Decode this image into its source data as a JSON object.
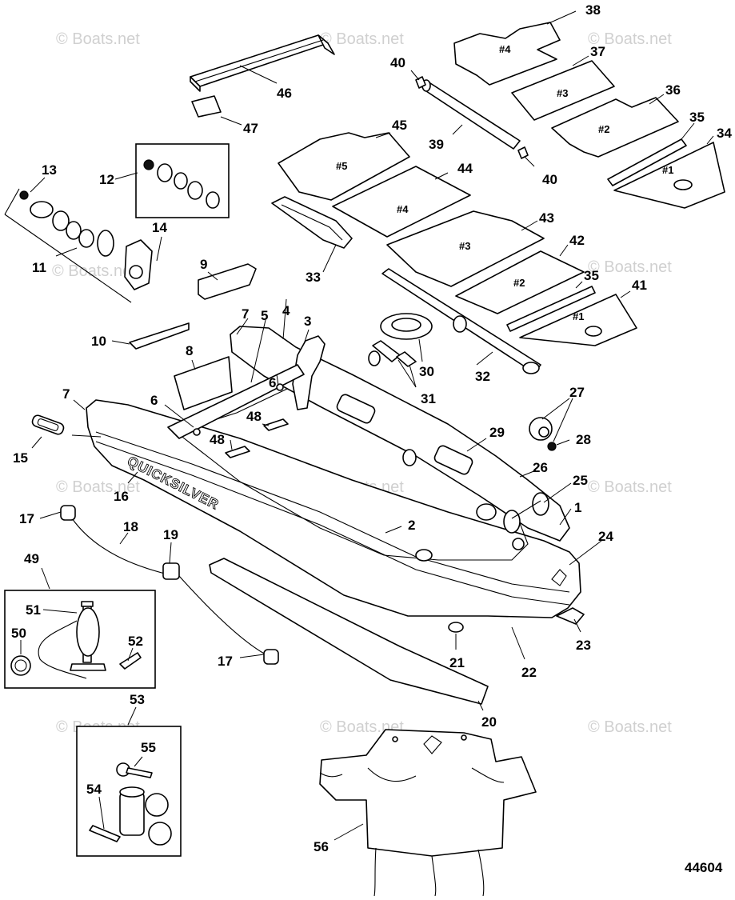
{
  "watermark": "© Boats.net",
  "brand_text": "QUICKSILVER",
  "figure_number": "44604",
  "panel_labels": {
    "p38": "#4",
    "p37": "#3",
    "p36": "#2",
    "p34": "#1",
    "p45": "#5",
    "p44": "#4",
    "p43": "#3",
    "p42": "#2",
    "p41": "#1"
  },
  "callouts": [
    "1",
    "2",
    "3",
    "4",
    "5",
    "6",
    "6",
    "7",
    "7",
    "8",
    "9",
    "10",
    "11",
    "12",
    "13",
    "14",
    "15",
    "16",
    "17",
    "17",
    "18",
    "19",
    "20",
    "21",
    "22",
    "23",
    "24",
    "25",
    "26",
    "27",
    "28",
    "29",
    "30",
    "31",
    "32",
    "33",
    "34",
    "35",
    "35",
    "36",
    "37",
    "38",
    "39",
    "40",
    "40",
    "41",
    "42",
    "43",
    "44",
    "45",
    "46",
    "47",
    "48",
    "48",
    "49",
    "50",
    "51",
    "52",
    "53",
    "54",
    "55",
    "56"
  ]
}
